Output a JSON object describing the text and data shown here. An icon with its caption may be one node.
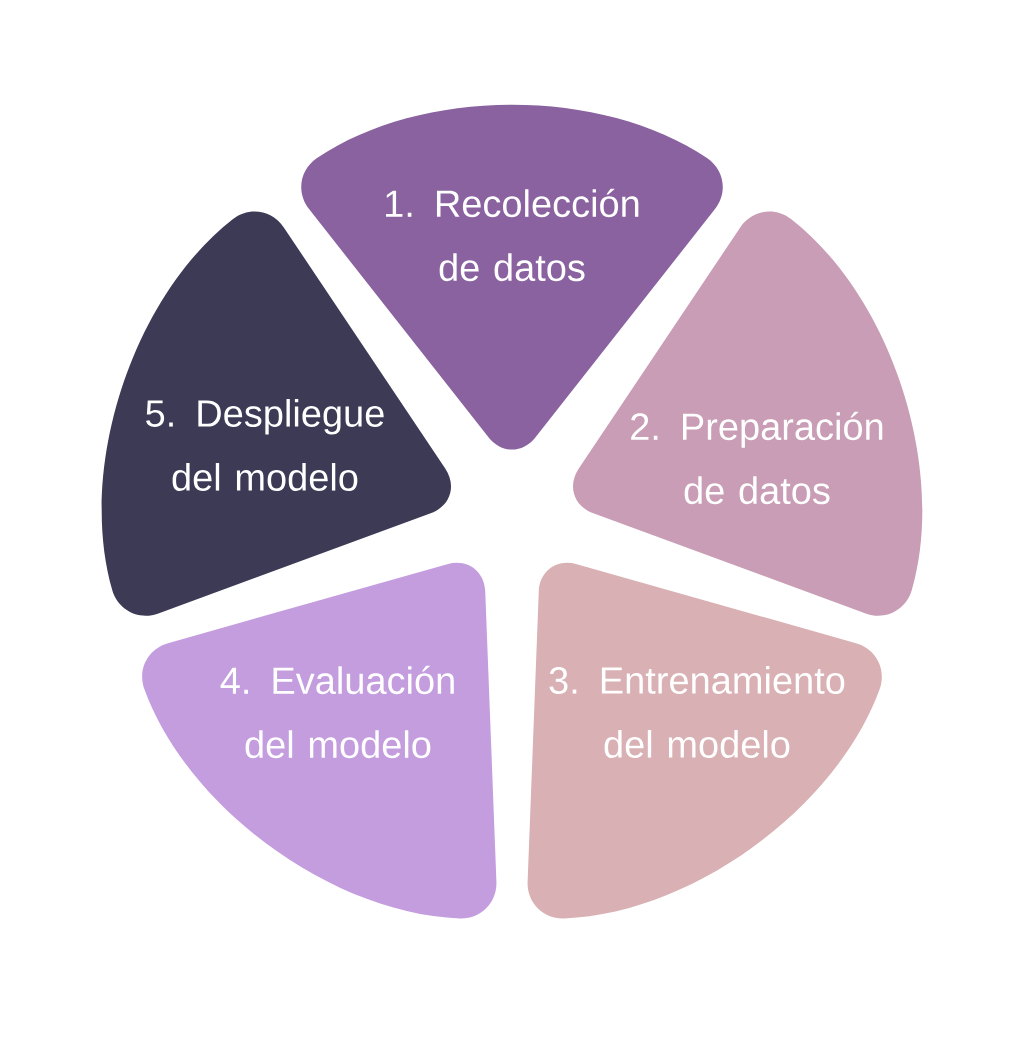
{
  "diagram": {
    "nodes": [
      {
        "text": [
          "1. Recolección de datos"
        ]
      },
      {
        "text": [
          "2. Preparación de datos"
        ]
      },
      {
        "text": [
          "3. Entrenamiento del modelo"
        ]
      },
      {
        "text": [
          "4. Evaluación del modelo"
        ]
      },
      {
        "text": [
          "5. Despliegue del modelo"
        ]
      }
    ]
  }
}
